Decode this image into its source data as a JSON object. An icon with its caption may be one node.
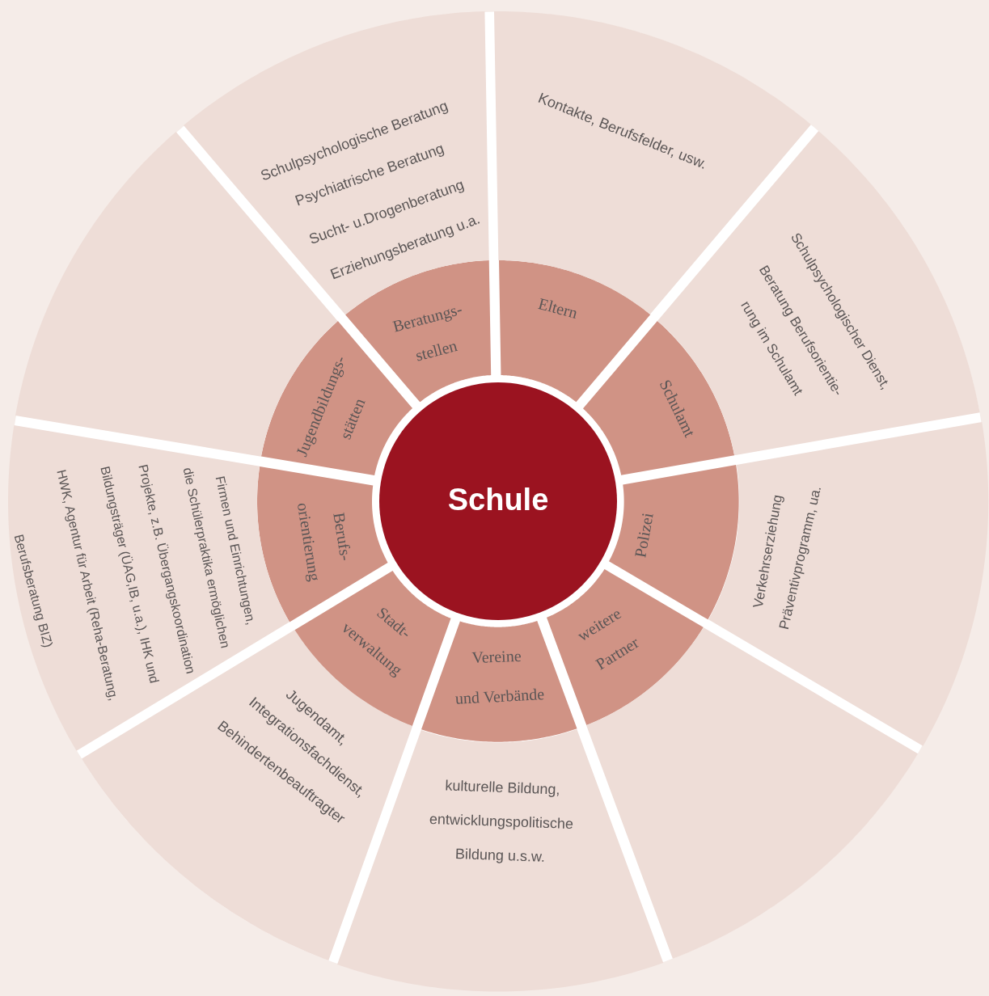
{
  "diagram": {
    "nodes": [
      {
        "text": [
          "Schule"
        ]
      },
      {
        "text": [
          "Eltern"
        ]
      },
      {
        "text": [
          "Schulamt"
        ]
      },
      {
        "text": [
          "Polizei"
        ]
      },
      {
        "text": [
          "weitere Partner"
        ]
      },
      {
        "text": [
          "Vereine",
          "und Verbände"
        ]
      },
      {
        "text": [
          "Stadt- verwaltung"
        ]
      },
      {
        "text": [
          "Berufs- orientierung"
        ]
      },
      {
        "text": [
          "Jugendbildungs- stätten"
        ]
      },
      {
        "text": [
          "Beratungs- stellen"
        ]
      },
      {
        "text": [
          "Kontakte, Berufsfelder, usw."
        ]
      },
      {
        "text": [
          "Schulpsychologischer Dienst,",
          "Beratung Berufsorientie- rung im Schulamt"
        ]
      },
      {
        "text": [
          "Verkehrserziehung",
          "Präventivprogramm, ua."
        ]
      },
      {
        "text": [],
        "shape": "wedge"
      },
      {
        "text": [
          "kulturelle Bildung, entwicklungspolitische Bildung u.s.w."
        ]
      },
      {
        "text": [
          "Jugendamt,",
          "Integrationsfachdienst,",
          "Behindertenbeauftragter"
        ]
      },
      {
        "text": [
          "Firmen und Einrichtungen,",
          "die Schülerpraktika ermöglichen",
          "Projekte, z.B. Übergangskoordination",
          "Bildungsträger (ÜAG,IB, u.a.), IHK und",
          "HWK, Agentur für Arbeit (Reha-Beratung,",
          "Berufsberatung BIZ)"
        ]
      },
      {
        "text": [],
        "shape": "wedge"
      },
      {
        "text": [
          "Schulpsychologische Beratung",
          "Psychiatrische Beratung",
          "Sucht- u.Drogenberatung",
          "Erziehungsberatung u.a."
        ]
      }
    ]
  }
}
